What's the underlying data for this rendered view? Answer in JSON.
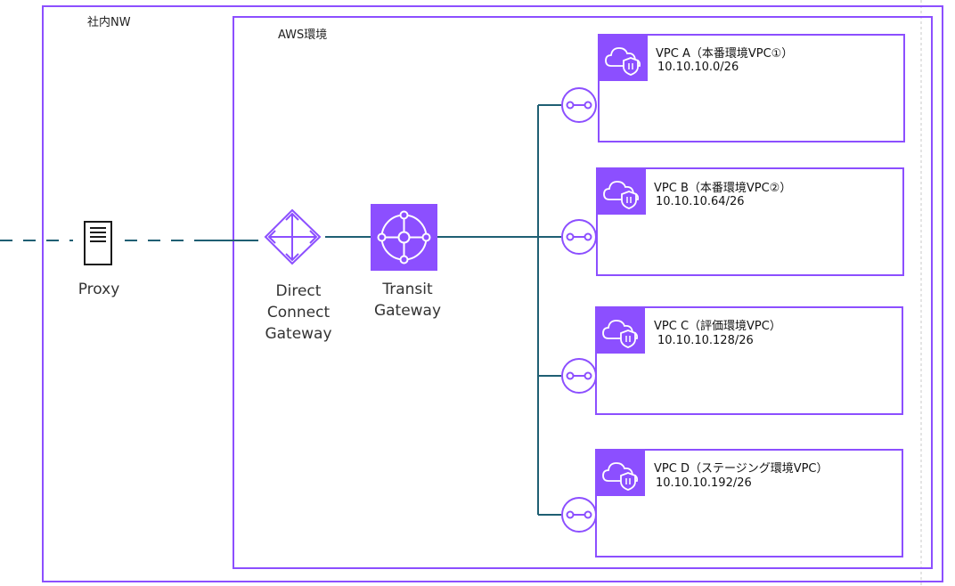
{
  "colors": {
    "purple": "#8C4FFF",
    "line": "#1F5F73",
    "white": "#ffffff"
  },
  "corp_nw": {
    "label": "社内NW"
  },
  "aws_env": {
    "label": "AWS環境"
  },
  "proxy": {
    "label": "Proxy",
    "icon": "server-icon"
  },
  "dx_gateway": {
    "label_lines": [
      "Direct",
      "Connect",
      "Gateway"
    ],
    "icon": "direct-connect-gateway-icon"
  },
  "transit_gateway": {
    "label_lines": [
      "Transit",
      "Gateway"
    ],
    "icon": "transit-gateway-icon"
  },
  "vpcs": [
    {
      "title": "VPC A（本番環境VPC①）",
      "cidr": "10.10.10.0/26"
    },
    {
      "title": "VPC B（本番環境VPC②）",
      "cidr": "10.10.10.64/26"
    },
    {
      "title": "VPC C（評価環境VPC）",
      "cidr": "10.10.10.128/26"
    },
    {
      "title": "VPC D（ステージング環境VPC）",
      "cidr": "10.10.10.192/26"
    }
  ]
}
